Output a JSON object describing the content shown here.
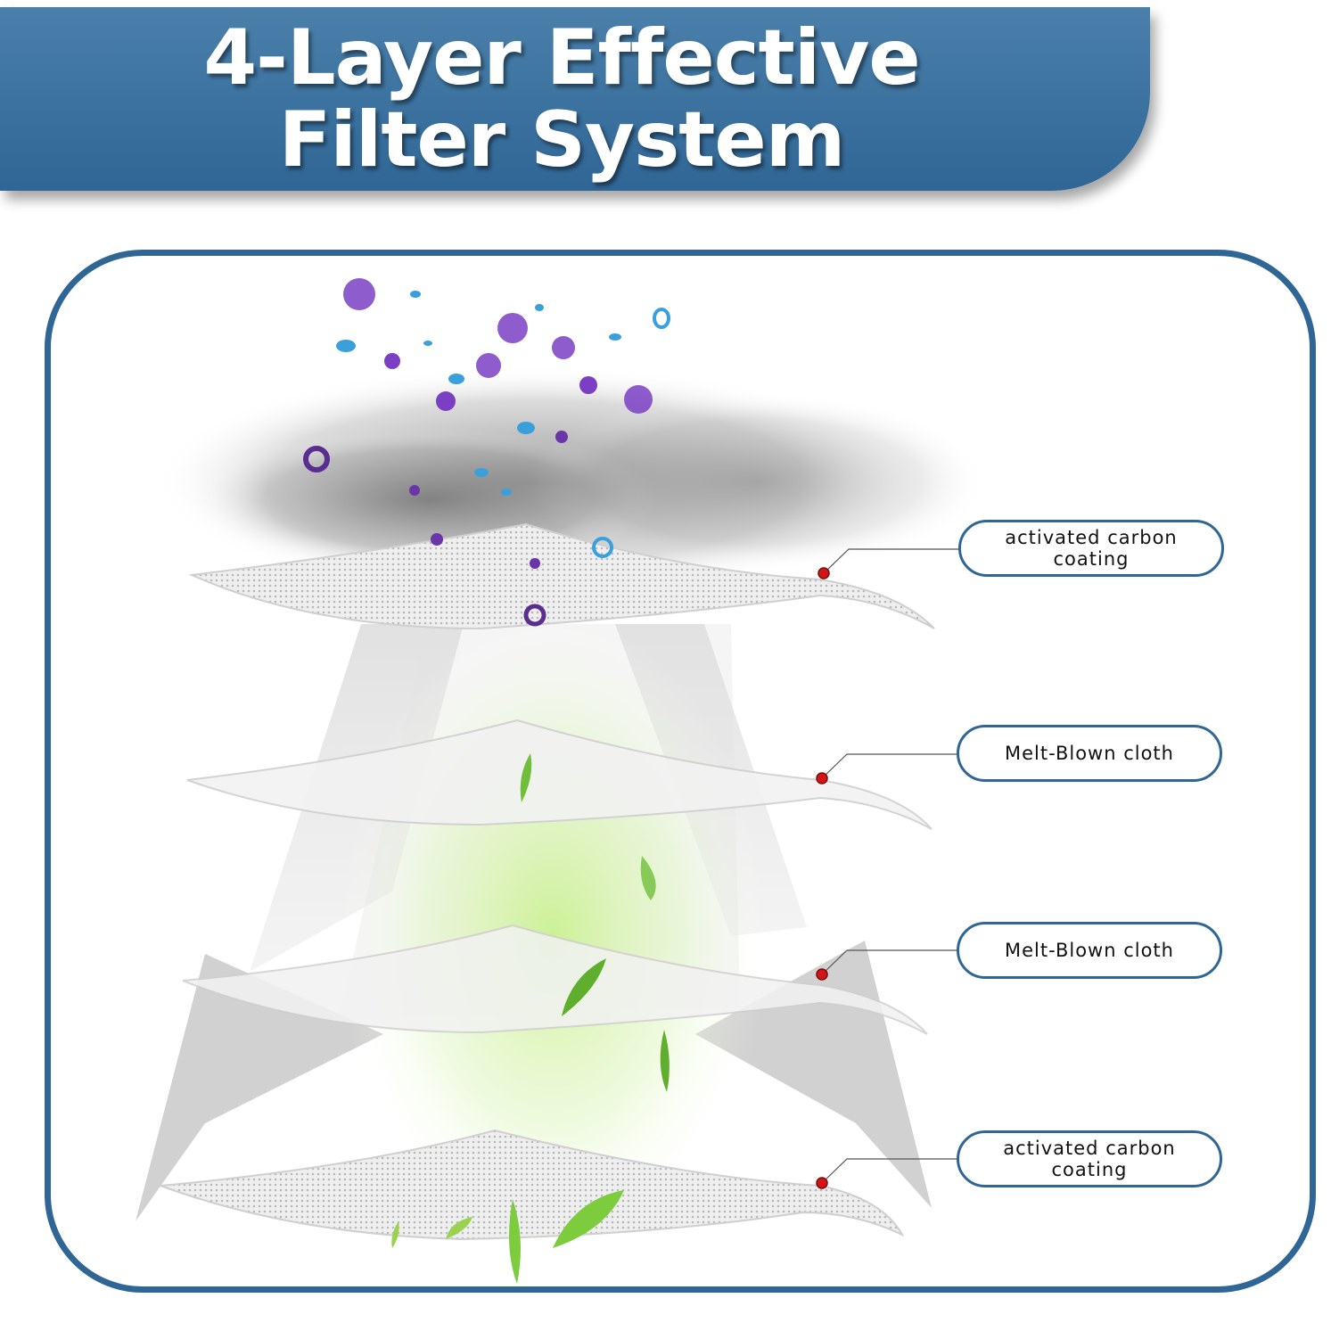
{
  "title": {
    "line1": "4-Layer Effective",
    "line2": "Filter System"
  },
  "layers": [
    {
      "label": "activated carbon coating"
    },
    {
      "label": "Melt-Blown cloth"
    },
    {
      "label": "Melt-Blown cloth"
    },
    {
      "label": "activated carbon coating"
    }
  ],
  "colors": {
    "brand_blue": "#2f6695",
    "marker_red": "#d41515",
    "leaf_green": "#6fbf3a",
    "particle_purple": "#7b3fc4",
    "particle_blue": "#3aa0dc"
  }
}
